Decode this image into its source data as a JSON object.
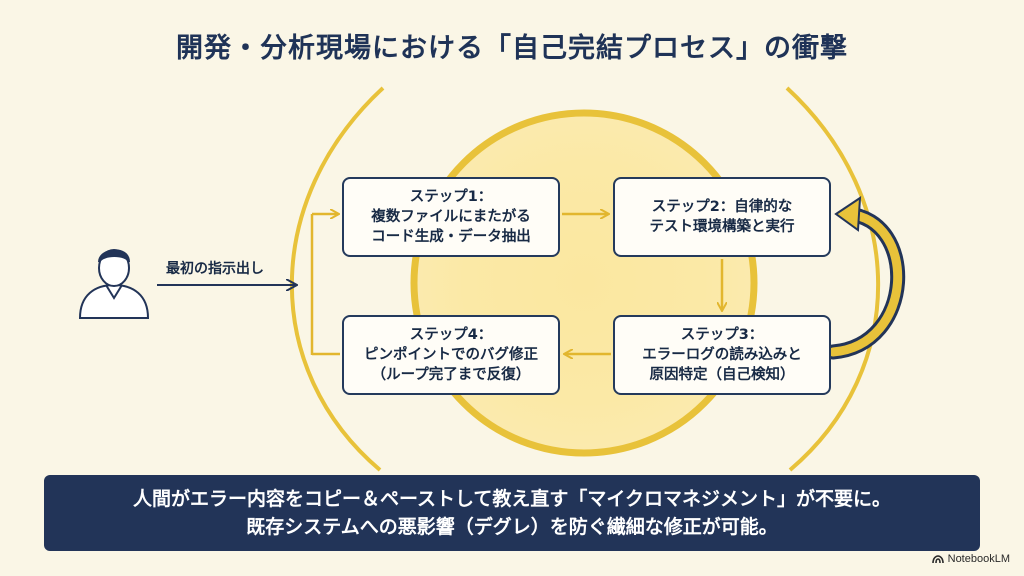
{
  "title": "開発・分析現場における「自己完結プロセス」の衝撃",
  "user": {
    "icon": "person-icon",
    "instruction_label": "最初の指示出し"
  },
  "steps": [
    {
      "lines": [
        "ステップ1：",
        "複数ファイルにまたがる",
        "コード生成・データ抽出"
      ]
    },
    {
      "lines": [
        "ステップ2：自律的な",
        "テスト環境構築と実行"
      ]
    },
    {
      "lines": [
        "ステップ3：",
        "エラーログの読み込みと",
        "原因特定（自己検知）"
      ]
    },
    {
      "lines": [
        "ステップ4：",
        "ピンポイントでのバグ修正",
        "（ループ完了まで反復）"
      ]
    }
  ],
  "banner": {
    "line1": "人間がエラー内容をコピー＆ペーストして教え直す「マイクロマネジメント」が不要に。",
    "line2": "既存システムへの悪影響（デグレ）を防ぐ繊細な修正が可能。"
  },
  "brand": {
    "name": "NotebookLM",
    "icon": "notebooklm-logo-icon"
  },
  "colors": {
    "background": "#faf6e6",
    "navy": "#223458",
    "gold": "#e8c23a",
    "glow": "#fbe9a6"
  }
}
